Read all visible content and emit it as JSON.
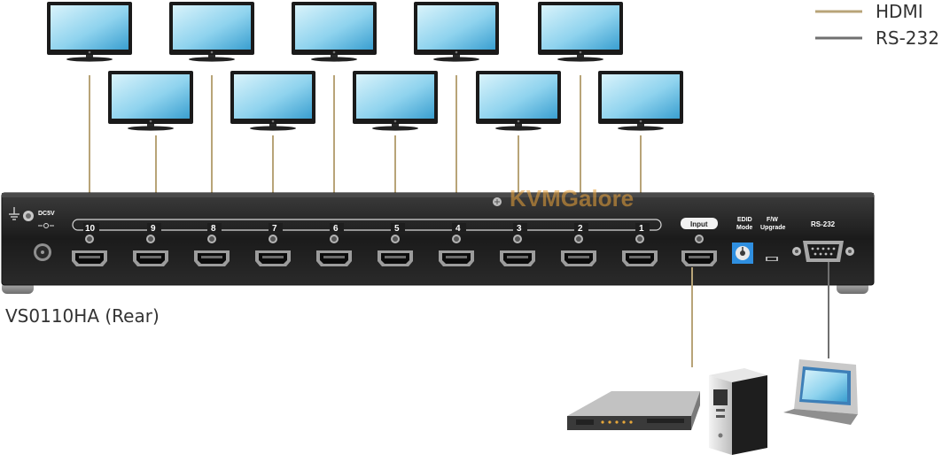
{
  "legend": {
    "hdmi_label": "HDMI",
    "rs232_label": "RS-232",
    "hdmi_color": "#b8a478",
    "rs232_color": "#707070"
  },
  "caption": "VS0110HA (Rear)",
  "watermark": "KVMGalore",
  "device": {
    "power_label": "DC5V",
    "output_ports": [
      "10",
      "9",
      "8",
      "7",
      "6",
      "5",
      "4",
      "3",
      "2",
      "1"
    ],
    "input_label": "Input",
    "edid_label_line1": "EDID",
    "edid_label_line2": "Mode",
    "fw_label_line1": "F/W",
    "fw_label_line2": "Upgrade",
    "rs232_port_label": "RS-232"
  },
  "icons": {
    "display": "monitor-icon",
    "sources": [
      "dvd-player-icon",
      "pc-tower-icon"
    ],
    "controller": "touch-panel-icon"
  }
}
